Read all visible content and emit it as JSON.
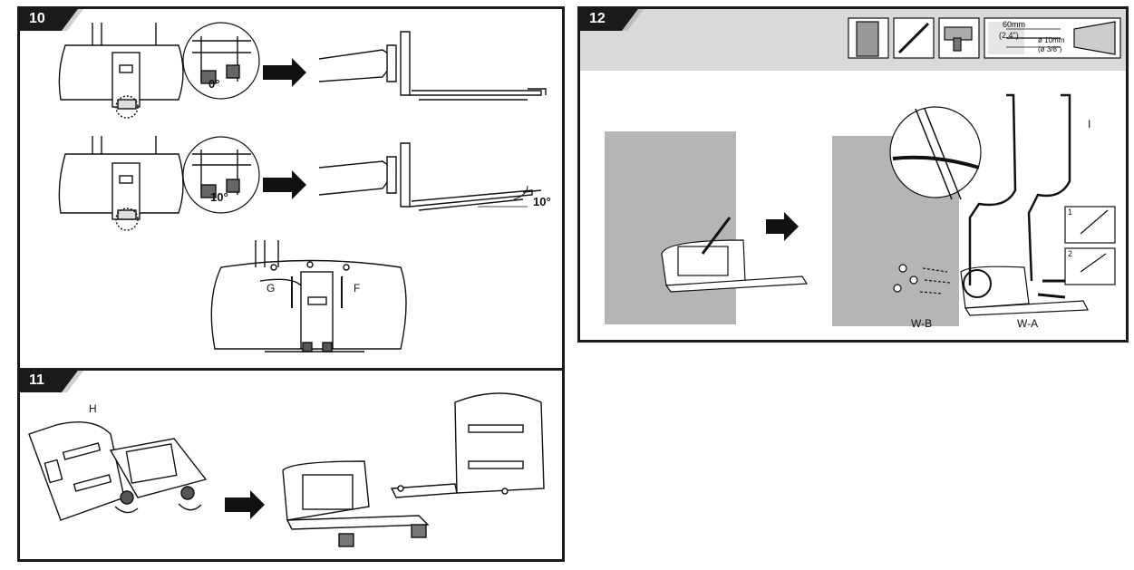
{
  "steps": {
    "s10": {
      "number": "10",
      "angle_a": "0°",
      "angle_b": "10°",
      "angle_c": "10°",
      "part_g": "G",
      "part_f": "F"
    },
    "s11": {
      "number": "11",
      "part_h": "H"
    },
    "s12": {
      "number": "12",
      "depth_mm": "60mm",
      "depth_in": "(2.4\")",
      "dia_mm": "ø 10mm",
      "dia_in": "(ø 3/8\")",
      "part_i": "I",
      "part_wb": "W-B",
      "part_wa": "W-A",
      "sub_1": "1",
      "sub_2": "2"
    }
  },
  "colors": {
    "badge": "#1a1a1a",
    "header_band": "#d9d9d9",
    "wall": "#b5b5b5",
    "arrow": "#111111"
  }
}
